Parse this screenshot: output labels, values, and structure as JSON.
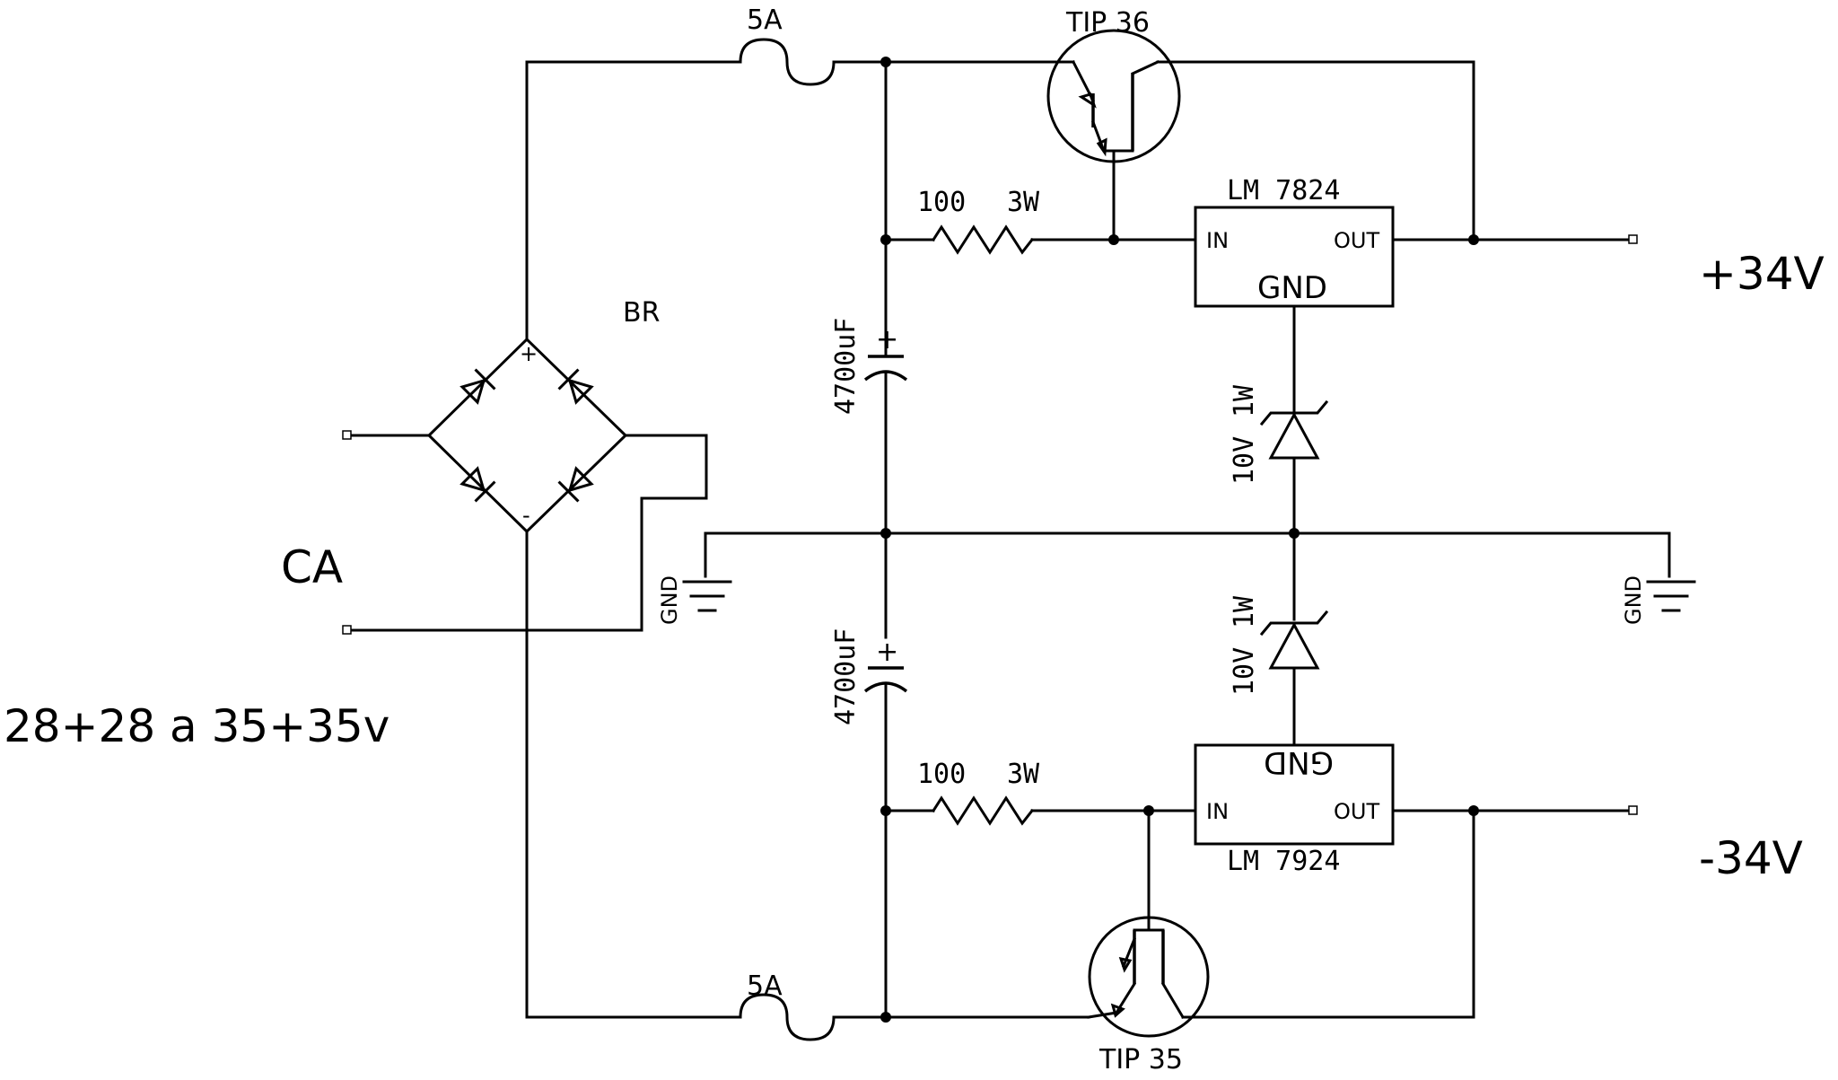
{
  "labels": {
    "fuse_top": "5A",
    "fuse_bottom": "5A",
    "transistor_top": "TIP 36",
    "transistor_bottom": "TIP 35",
    "resistor_top_value": "100",
    "resistor_top_power": "3W",
    "resistor_bottom_value": "100",
    "resistor_bottom_power": "3W",
    "reg_top_name": "LM 7824",
    "reg_bottom_name": "LM 7924",
    "reg_in": "IN",
    "reg_out": "OUT",
    "reg_gnd": "GND",
    "cap_top": "4700uF",
    "cap_bottom": "4700uF",
    "cap_plus": "+",
    "zener_top_voltage": "10V",
    "zener_top_power": "1W",
    "zener_bottom_voltage": "10V",
    "zener_bottom_power": "1W",
    "bridge": "BR",
    "bridge_plus": "+",
    "bridge_minus": "-",
    "gnd_left": "GND",
    "gnd_right": "GND",
    "ac_input": "CA",
    "input_voltage": "28+28 a 35+35v",
    "output_positive": "+34V",
    "output_negative": "-34V"
  },
  "colors": {
    "ink": "#000000",
    "paper": "#ffffff"
  }
}
